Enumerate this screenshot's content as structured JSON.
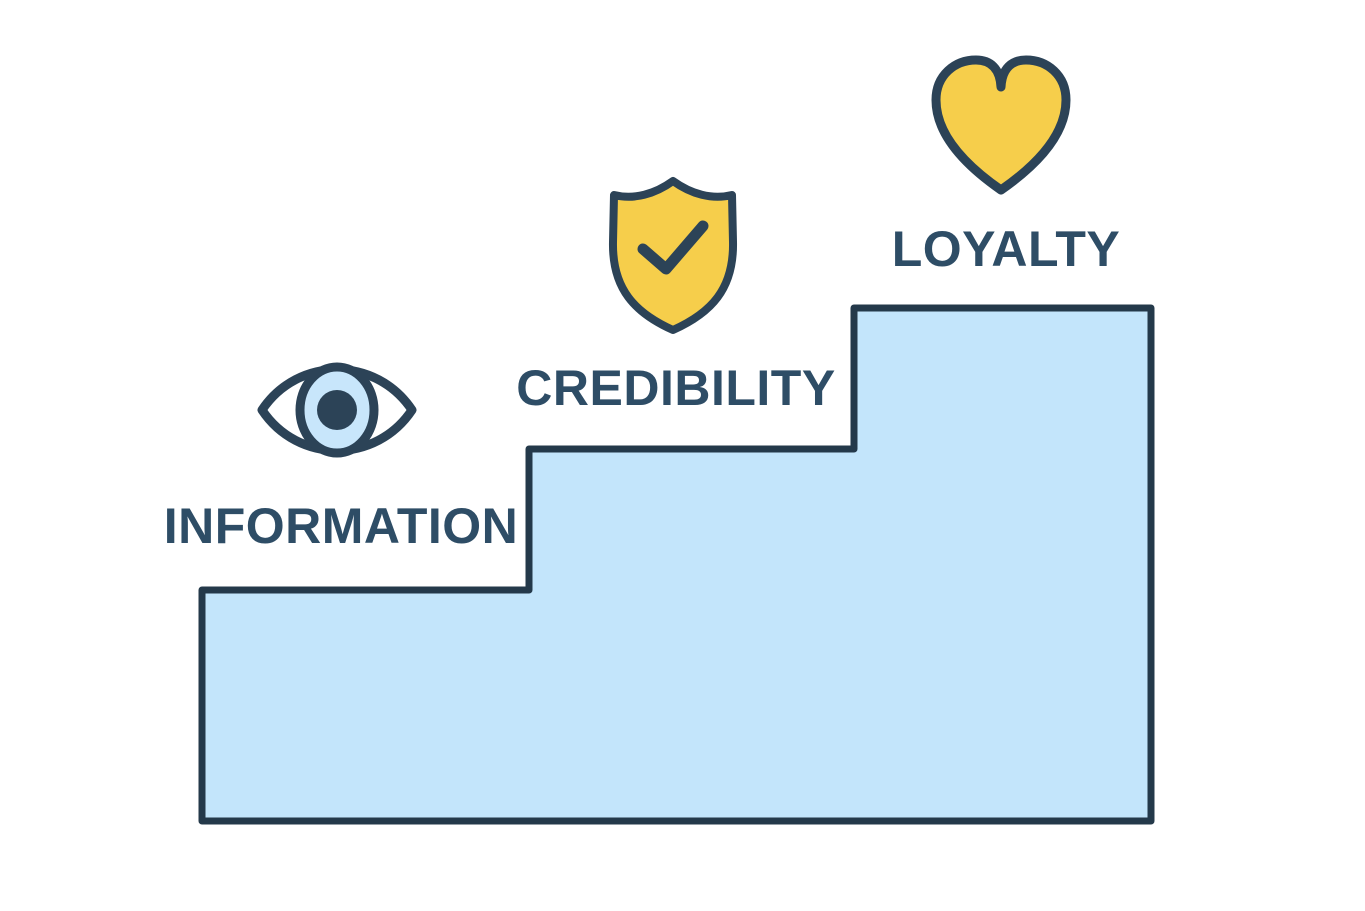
{
  "diagram": {
    "type": "staircase-progression",
    "steps": [
      {
        "label": "INFORMATION",
        "icon": "eye-icon",
        "level": 1
      },
      {
        "label": "CREDIBILITY",
        "icon": "shield-check-icon",
        "level": 2
      },
      {
        "label": "LOYALTY",
        "icon": "heart-icon",
        "level": 3
      }
    ],
    "colors": {
      "background": "#FFFFFF",
      "step_fill": "#C3E5FB",
      "outline_ink": "#24394A",
      "icon_stroke_ink": "#2C4357",
      "icon_accent_yellow": "#F6CE4B",
      "eye_iris_fill": "#C8E6FB",
      "label_text": "#2E4D66"
    }
  }
}
